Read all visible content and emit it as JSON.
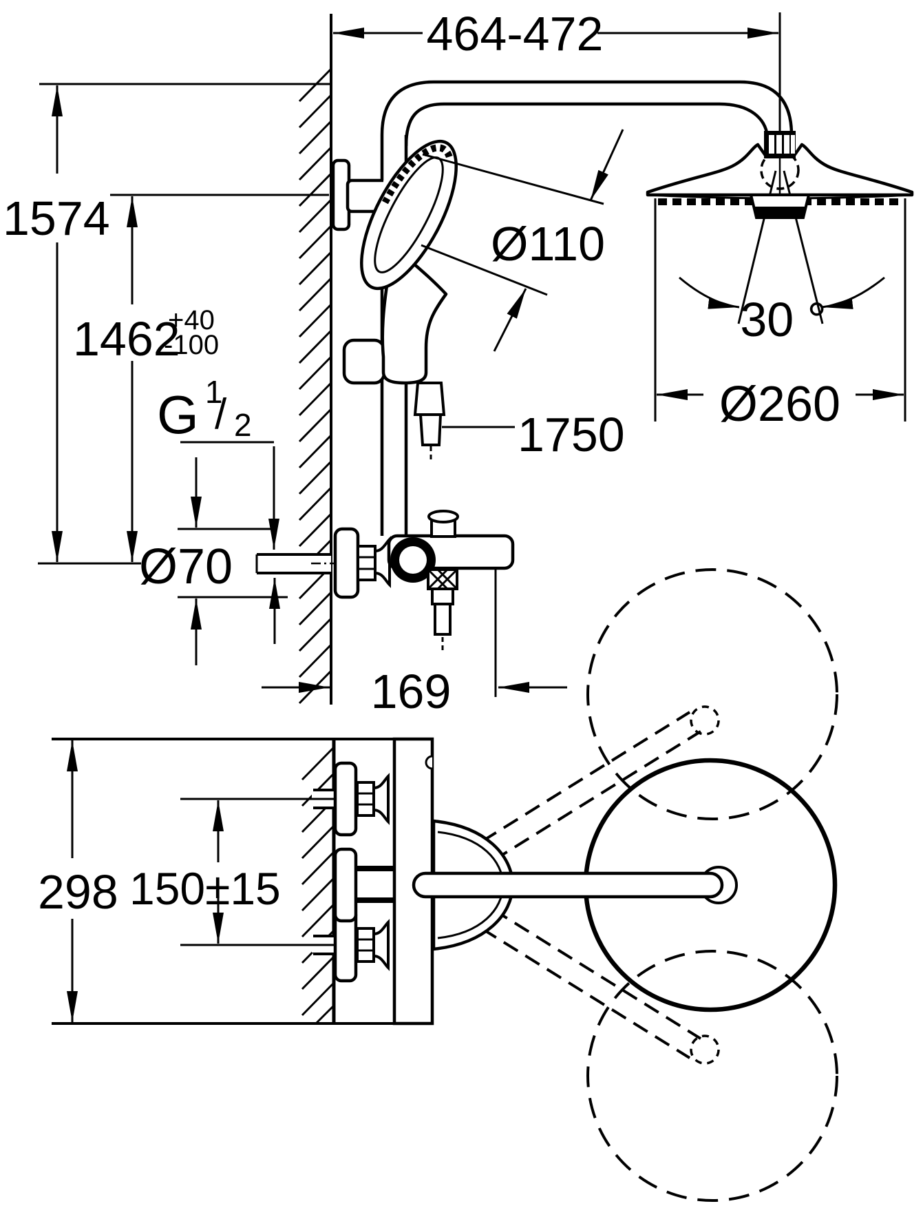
{
  "drawing": {
    "labels": {
      "width_range": "464-472",
      "overall_height": "1574",
      "connection_height": "1462",
      "connection_height_tol_plus": "+40",
      "connection_height_tol_minus": "-100",
      "thread_letter": "G",
      "thread_fraction_numerator": "1",
      "thread_fraction_slash": "/",
      "thread_fraction_denominator": "2",
      "hand_shower_diameter": "Ø110",
      "hose_length": "1750",
      "rosette_diameter": "Ø70",
      "swivel_angle": "30 °",
      "head_shower_diameter": "Ø260",
      "projection": "169",
      "valve_body_height": "298",
      "supply_spacing": "150±15"
    },
    "colors": {
      "ink": "#000000",
      "paper": "#ffffff"
    }
  }
}
